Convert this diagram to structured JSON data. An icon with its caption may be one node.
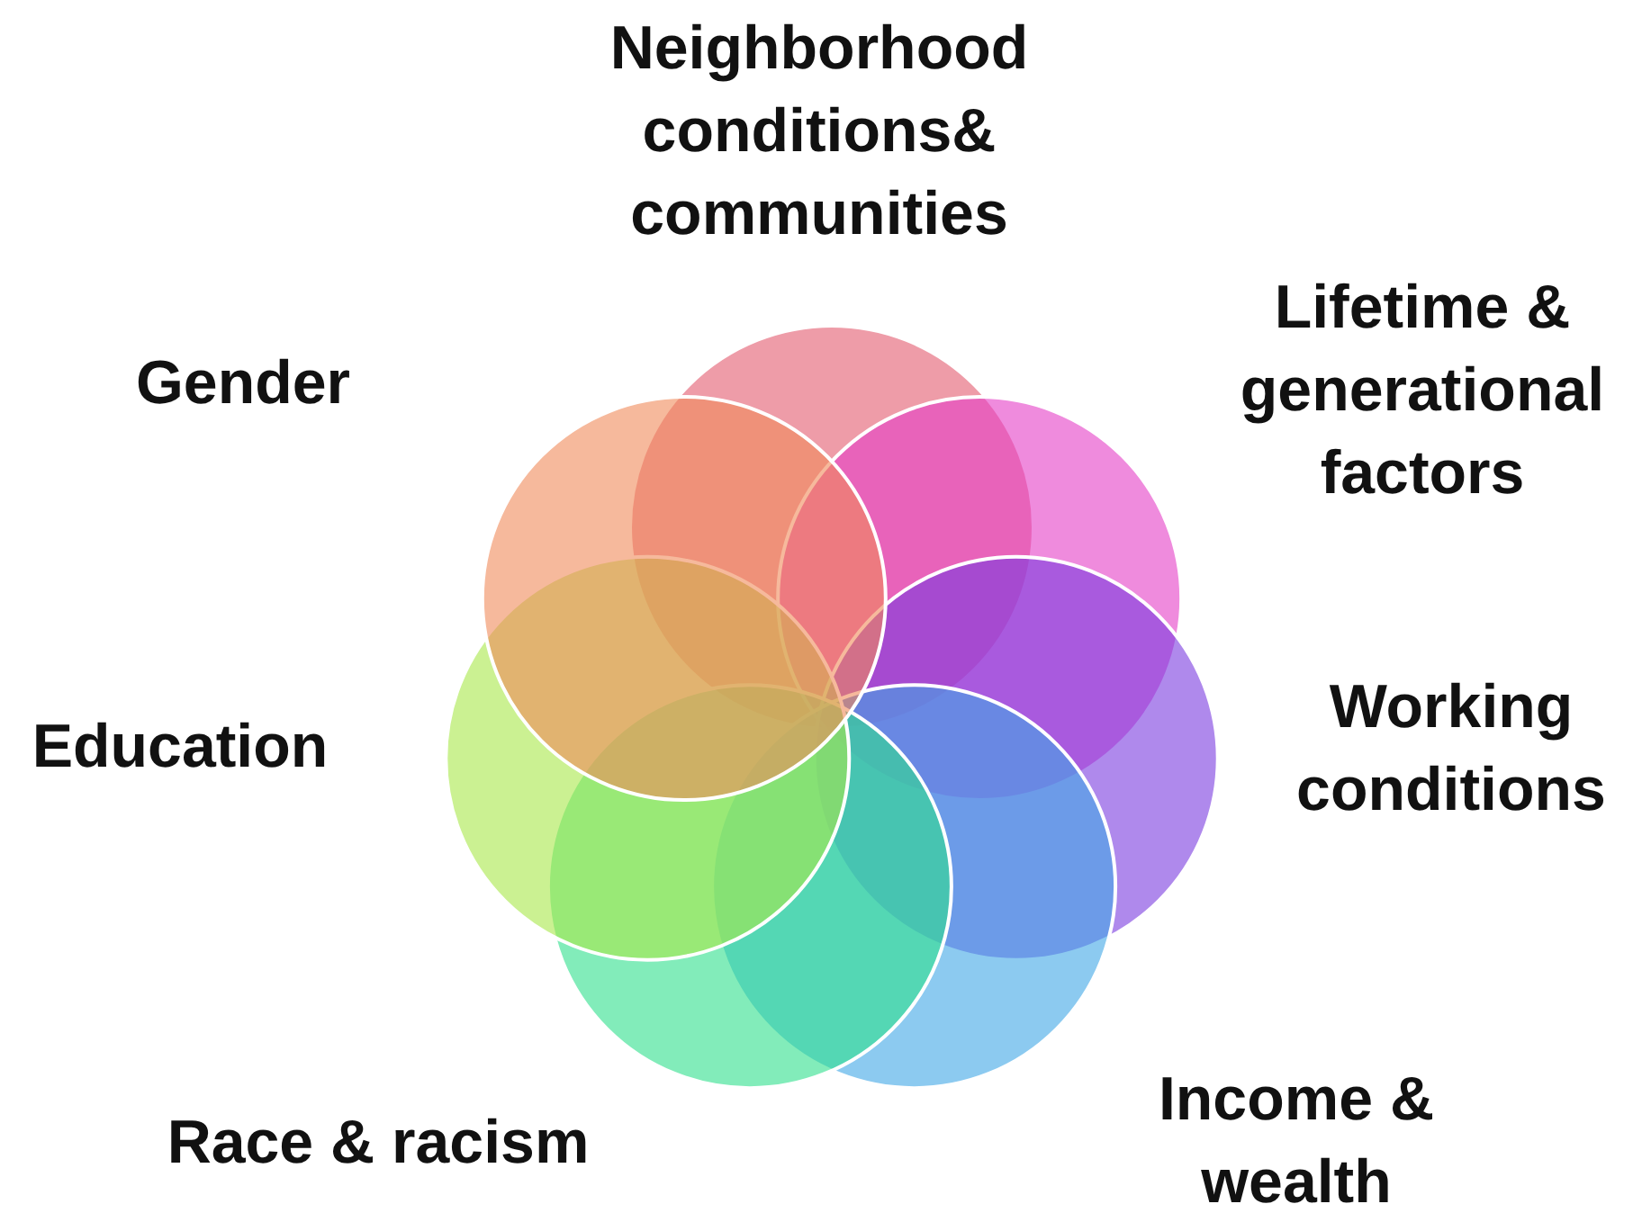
{
  "diagram": {
    "labels": [
      "Neighborhood conditions& communities",
      "Lifetime & generational factors",
      "Gender",
      "Working conditions",
      "Education",
      "Income & wealth",
      "Race & racism"
    ]
  }
}
